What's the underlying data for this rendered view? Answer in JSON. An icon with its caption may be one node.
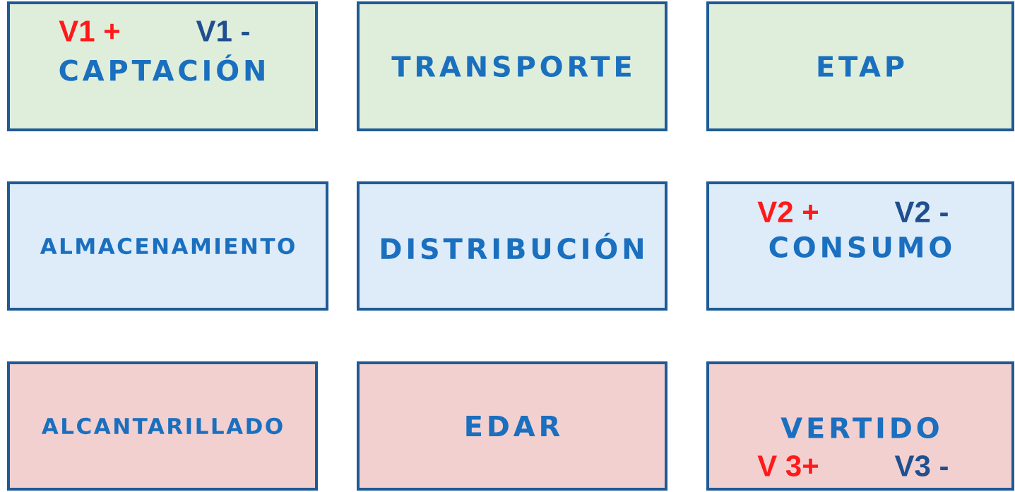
{
  "diagram": {
    "nodes": [
      {
        "text": [
          "V1 +",
          "V1 -",
          "CAPTACIÓN"
        ]
      },
      {
        "text": [
          "TRANSPORTE"
        ]
      },
      {
        "text": [
          "ETAP"
        ]
      },
      {
        "text": [
          "ALMACENAMIENTO"
        ]
      },
      {
        "text": [
          "DISTRIBUCIÓN"
        ]
      },
      {
        "text": [
          "V2 +",
          "V2 -",
          "CONSUMO"
        ]
      },
      {
        "text": [
          "ALCANTARILLADO"
        ]
      },
      {
        "text": [
          "EDAR"
        ]
      },
      {
        "text": [
          "VERTIDO",
          "V 3+",
          "V3 -"
        ]
      }
    ]
  }
}
